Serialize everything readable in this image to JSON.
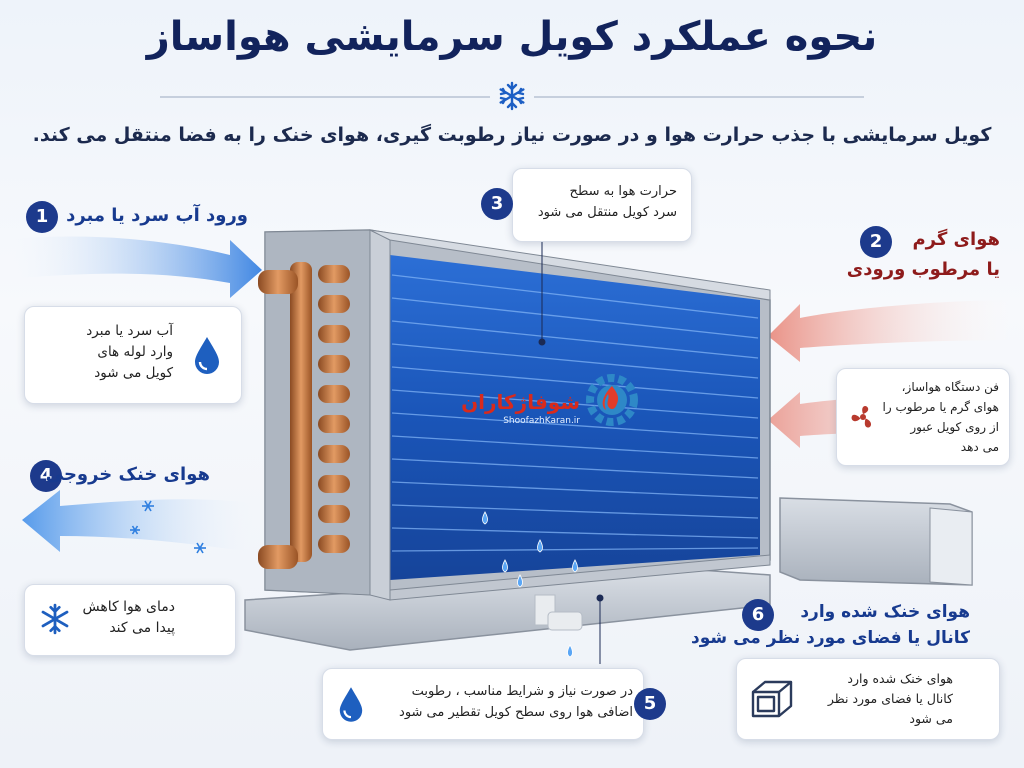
{
  "title": "نحوه عملکرد کویل سرمایشی هواساز",
  "subtitle": "کویل سرمایشی با جذب حرارت هوا و در صورت نیاز رطوبت گیری، هوای خنک را به فضا منتقل می کند.",
  "watermark": {
    "brand": "شوفاژکاران",
    "url": "ShoofazhKaran.ir"
  },
  "steps": [
    {
      "num": "1",
      "label": "ورود آب سرد یا مبرد",
      "card_lines": [
        "آب سرد یا مبرد",
        "وارد لوله های",
        "کویل می شود"
      ],
      "icon": "water-drop-icon"
    },
    {
      "num": "2",
      "label_lines": [
        "هوای گرم",
        "یا مرطوب ورودی"
      ],
      "card_lines": [
        "فن دستگاه هواساز،",
        "هوای گرم یا مرطوب را",
        "از روی کویل عبور",
        "می دهد"
      ],
      "icon": "fan-icon"
    },
    {
      "num": "3",
      "card_lines": [
        "حرارت هوا به سطح",
        "سرد کویل منتقل می شود"
      ]
    },
    {
      "num": "4",
      "label": "هوای خنک خروجی",
      "card_lines": [
        "دمای هوا کاهش",
        "پیدا می کند"
      ],
      "icon": "snowflake-icon"
    },
    {
      "num": "5",
      "card_lines": [
        "در صورت نیاز و شرایط مناسب ، رطوبت",
        "اضافی هوا روی سطح کویل تقطیر می شود"
      ],
      "icon": "water-drop-icon"
    },
    {
      "num": "6",
      "label_lines": [
        "هوای خنک شده وارد",
        "کانال یا فضای مورد نظر می شود"
      ],
      "card_lines": [
        "هوای خنک شده وارد",
        "کانال یا فضای مورد نظر",
        "می شود"
      ],
      "icon": "duct-icon"
    }
  ],
  "colors": {
    "navy": "#12235c",
    "step_blue": "#1d3a8c",
    "warm_red": "#8e1b1b",
    "cold_arrow": "#2d7be0",
    "warm_arrow": "#e8877a"
  }
}
